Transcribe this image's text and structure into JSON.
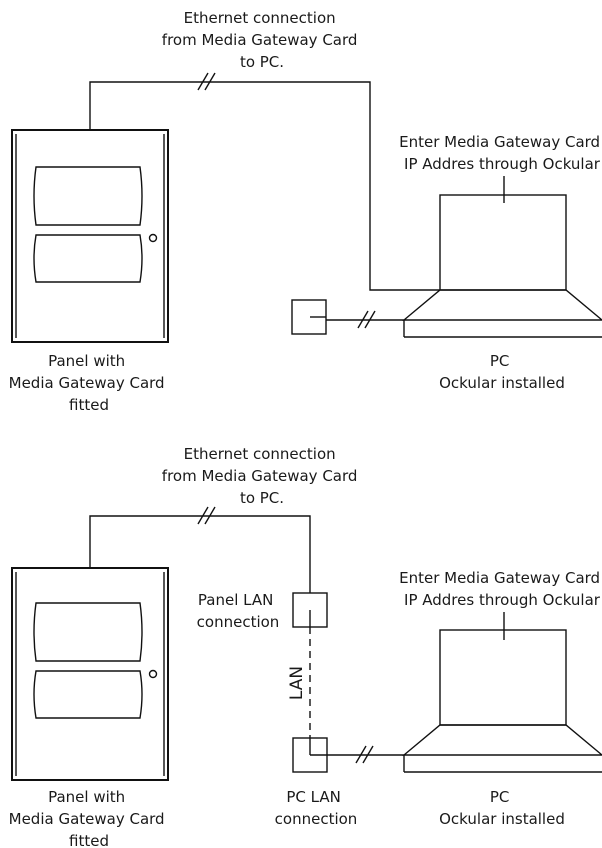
{
  "top": {
    "ethernet_label": [
      "Ethernet connection",
      "from Media Gateway Card",
      "to PC."
    ],
    "pc_note": [
      "Enter Media Gateway Card",
      "IP Addres through Ockular"
    ],
    "panel_label": [
      "Panel with",
      "Media Gateway Card",
      "fitted"
    ],
    "pc_label": [
      "PC",
      "Ockular installed"
    ]
  },
  "bottom": {
    "ethernet_label": [
      "Ethernet connection",
      "from Media Gateway Card",
      "to PC."
    ],
    "pc_note": [
      "Enter Media Gateway Card",
      "IP Addres through Ockular"
    ],
    "panel_lan_label": [
      "Panel LAN",
      "connection"
    ],
    "lan_label": "LAN",
    "panel_label": [
      "Panel with",
      "Media Gateway Card",
      "fitted"
    ],
    "pc_lan_label": [
      "PC LAN",
      "connection"
    ],
    "pc_label": [
      "PC",
      "Ockular installed"
    ]
  }
}
